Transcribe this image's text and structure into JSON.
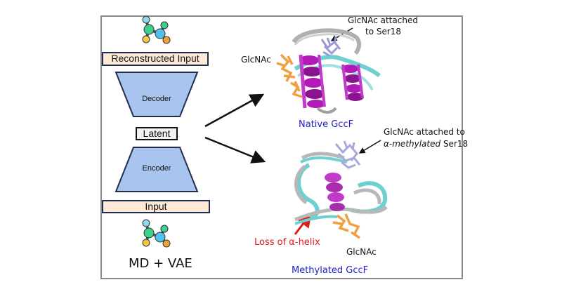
{
  "figure": {
    "left_panel": {
      "reconstructed_input_label": "Reconstructed Input",
      "decoder_label": "Decoder",
      "latent_label": "Latent",
      "encoder_label": "Encoder",
      "input_label": "Input",
      "method_label": "MD + VAE",
      "molecule_icon": "molecule-icon"
    },
    "native": {
      "title": "Native GccF",
      "glcnac_label": "GlcNAc",
      "attached_label_line1": "GlcNAc attached",
      "attached_label_line2": "to Ser18"
    },
    "methylated": {
      "title": "Methylated GccF",
      "glcnac_label": "GlcNAc",
      "attached_label_line1": "GlcNAc attached to",
      "attached_label_line2_italic": "α-methylated",
      "attached_label_line2_rest": " Ser18",
      "loss_label": "Loss of α-helix"
    },
    "colors": {
      "trapezoid_fill": "#a9c4ef",
      "trapezoid_stroke": "#1f2d4f",
      "io_fill": "#fde9d6",
      "helix": "#b21ab8",
      "coil_cyan": "#6fd0d0",
      "coil_gray": "#b8b8b8",
      "glcnac_orange": "#f0a040",
      "glcnac_lavender": "#a8a8dc",
      "title_blue": "#2020c8",
      "loss_red": "#e01a1a"
    }
  }
}
